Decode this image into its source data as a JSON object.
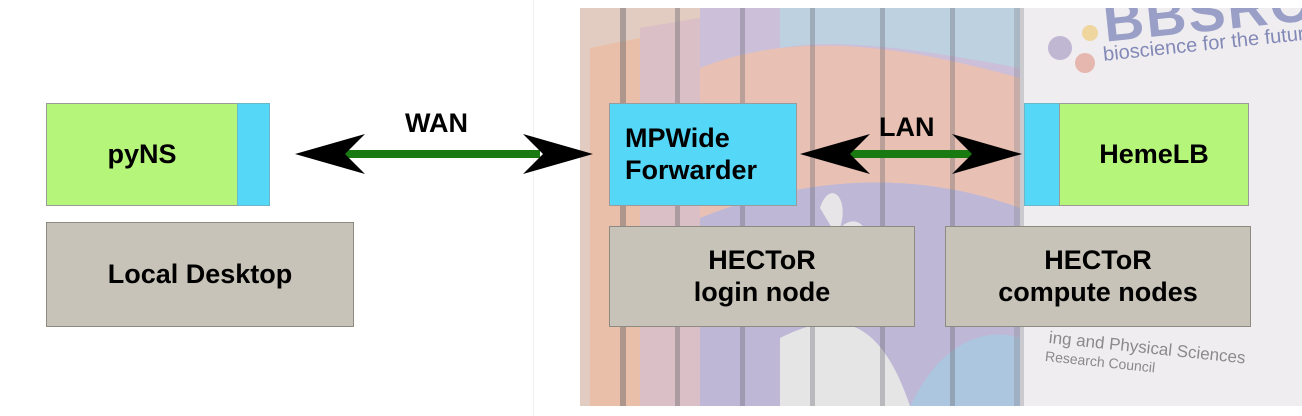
{
  "diagram": {
    "local": {
      "pyns_label": "pyNS",
      "desktop_label": "Local Desktop"
    },
    "wan_label": "WAN",
    "lan_label": "LAN",
    "forwarder_label": "MPWide\nForwarder",
    "login_node_label": "HECToR\nlogin node",
    "hemelb_label": "HemeLB",
    "compute_nodes_label": "HECToR\ncompute nodes",
    "background_logo": {
      "brand": "BBSRC",
      "tagline": "bioscience for the future",
      "council_line1": "ing and Physical Sciences",
      "council_line2": "Research Council"
    },
    "colors": {
      "app_green": "#b5f57a",
      "mpwide_cyan": "#55d8f8",
      "node_gray": "#c7c3b8",
      "arrow_green": "#1a7a12",
      "arrow_head": "#000000"
    },
    "icons": [
      "double-arrow-icon"
    ]
  }
}
